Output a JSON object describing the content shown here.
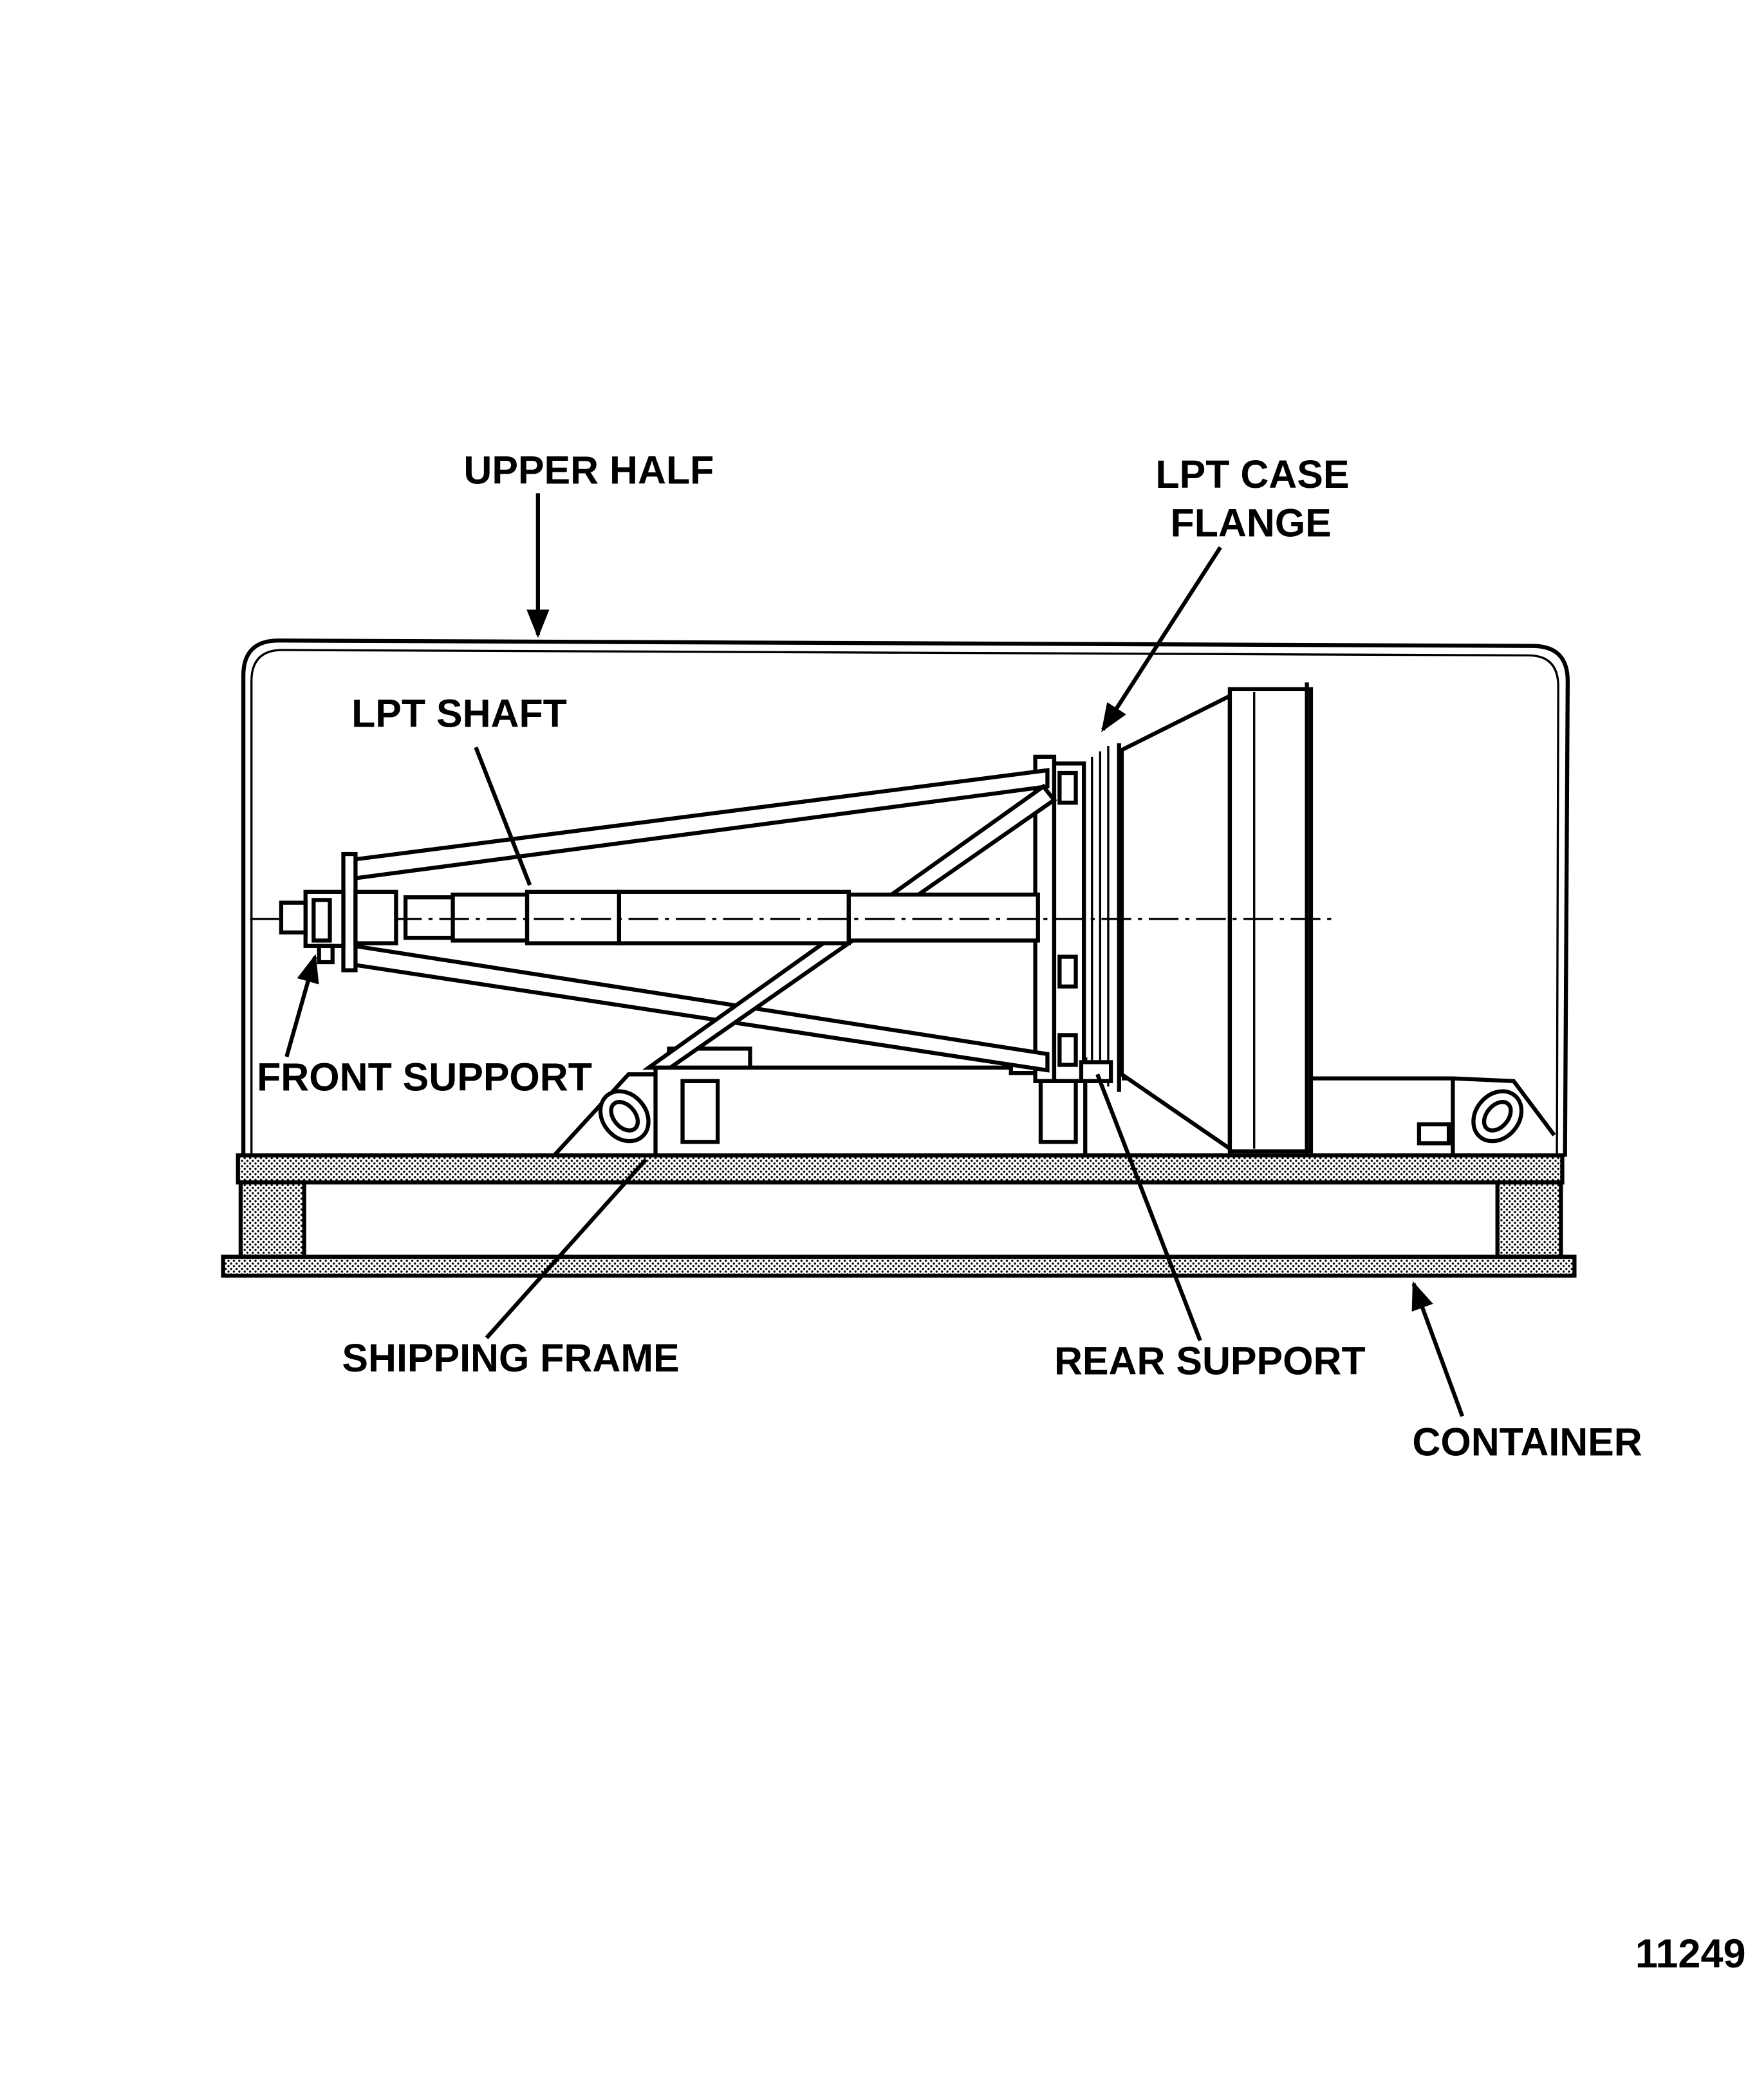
{
  "labels": {
    "upper_half": "UPPER HALF",
    "lpt_case_line1": "LPT CASE",
    "lpt_case_line2": "FLANGE",
    "lpt_shaft": "LPT SHAFT",
    "front_support": "FRONT SUPPORT",
    "shipping_frame": "SHIPPING FRAME",
    "rear_support": "REAR SUPPORT",
    "container": "CONTAINER"
  },
  "figure_number": "11249"
}
